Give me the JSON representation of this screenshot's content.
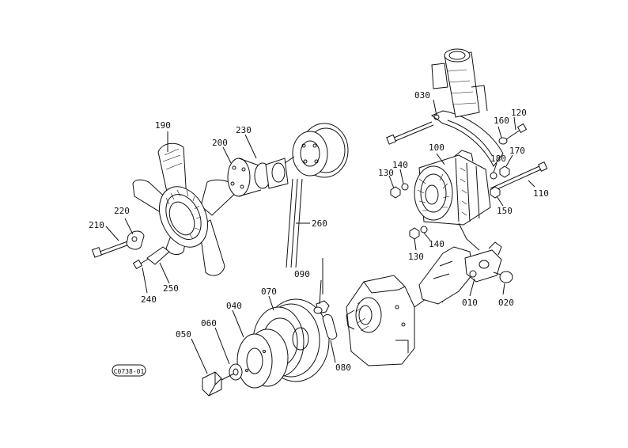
{
  "diagram": {
    "figure_code": "C0738-01",
    "parts": {
      "p010": "010",
      "p020": "020",
      "p030": "030",
      "p040": "040",
      "p050": "050",
      "p060": "060",
      "p070": "070",
      "p080": "080",
      "p090": "090",
      "p100": "100",
      "p110": "110",
      "p120": "120",
      "p130a": "130",
      "p130b": "130",
      "p140a": "140",
      "p140b": "140",
      "p150": "150",
      "p160": "160",
      "p170": "170",
      "p180": "180",
      "p190": "190",
      "p200": "200",
      "p210": "210",
      "p220": "220",
      "p230": "230",
      "p240": "240",
      "p250": "250",
      "p260": "260"
    }
  }
}
